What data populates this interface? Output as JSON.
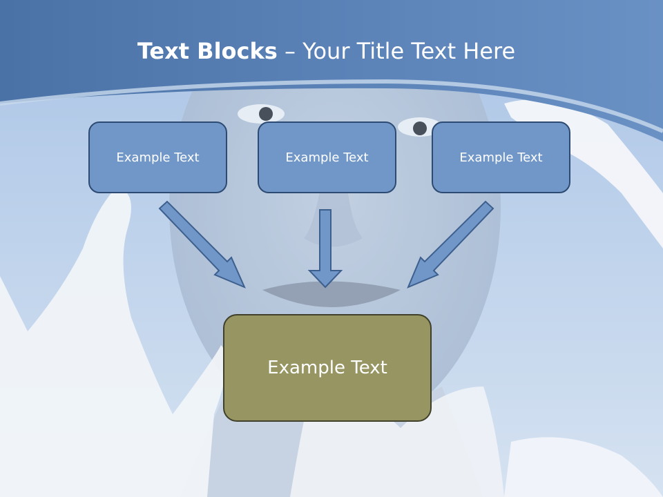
{
  "slide": {
    "title_bold": "Text Blocks",
    "title_dash": " – ",
    "title_rest": "Your Title Text Here"
  },
  "blocks": {
    "top": [
      "Example Text",
      "Example Text",
      "Example Text"
    ],
    "bottom": "Example Text"
  },
  "colors": {
    "header_blue": "#4f77ab",
    "block_fill": "#7197c8",
    "block_border": "#2c4a72",
    "bottom_fill": "#979663",
    "arrow_fill": "#7197c8"
  }
}
